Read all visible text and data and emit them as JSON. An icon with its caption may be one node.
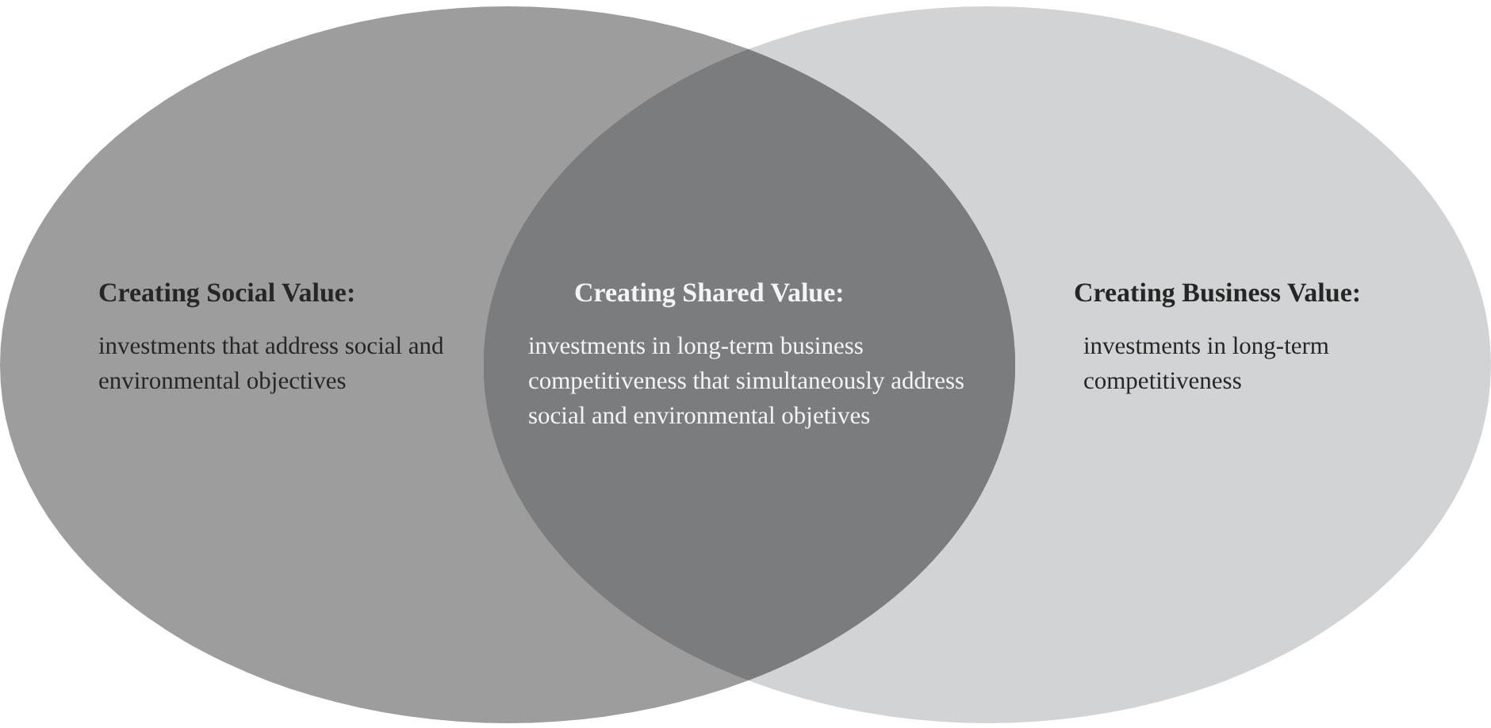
{
  "diagram": {
    "nodes": [
      {
        "text": [
          "Creating Social Value:",
          "investments that address social and environmental objectives"
        ]
      },
      {
        "text": [
          "Creating Business Value:",
          "investments in long-term competitiveness"
        ]
      },
      {
        "text": [
          "Creating Shared Value:",
          "investments in long-term business competitiveness that simultaneously address social and environmental objetives"
        ]
      }
    ],
    "edges": []
  }
}
